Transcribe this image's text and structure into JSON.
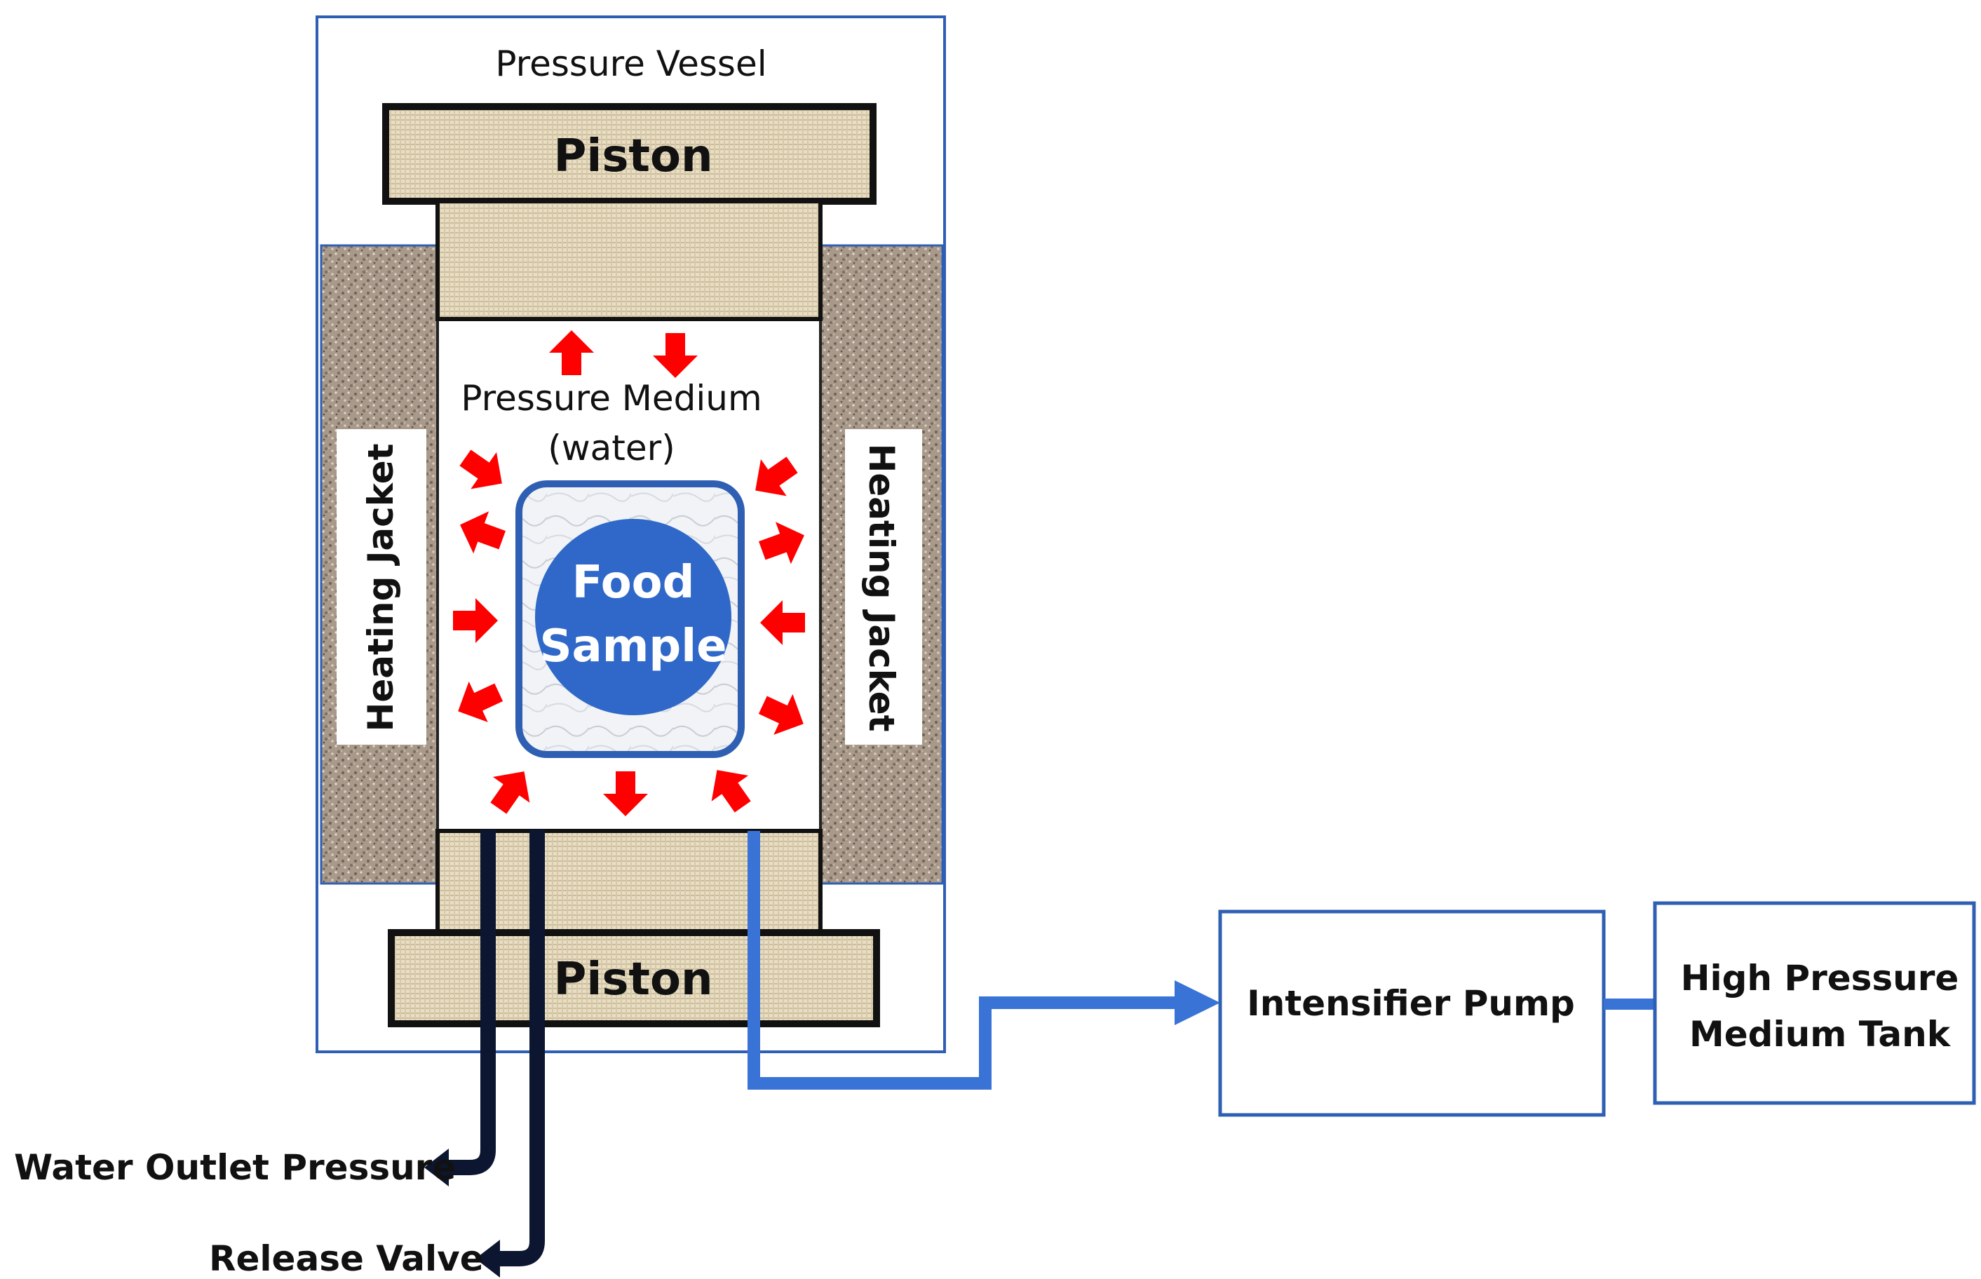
{
  "labels": {
    "vessel_title": "Pressure Vessel",
    "top_piston": "Piston",
    "bottom_piston": "Piston",
    "medium_line1": "Pressure Medium",
    "medium_line2": "(water)",
    "food_line1": "Food",
    "food_line2": "Sample",
    "left_jacket": "Heating Jacket",
    "right_jacket": "Heating Jacket",
    "pump": "Intensifier Pump",
    "tank_line1": "High Pressure",
    "tank_line2": "Medium Tank",
    "water_outlet": "Water Outlet Pressure",
    "release_valve": "Release Valve"
  },
  "colors": {
    "border_blue": "#2f5fb3",
    "flow_blue": "#3a73d6",
    "arrow_red": "#ff0000",
    "piston_fill": "#e8dcc0",
    "jacket_fill": "#a89a88",
    "food_fill": "#2f68c8",
    "pipe_dark": "#0d1630"
  },
  "icons": {
    "pressure_arrows": "red-arrow-icon",
    "flow_arrow": "blue-arrowhead-icon"
  }
}
